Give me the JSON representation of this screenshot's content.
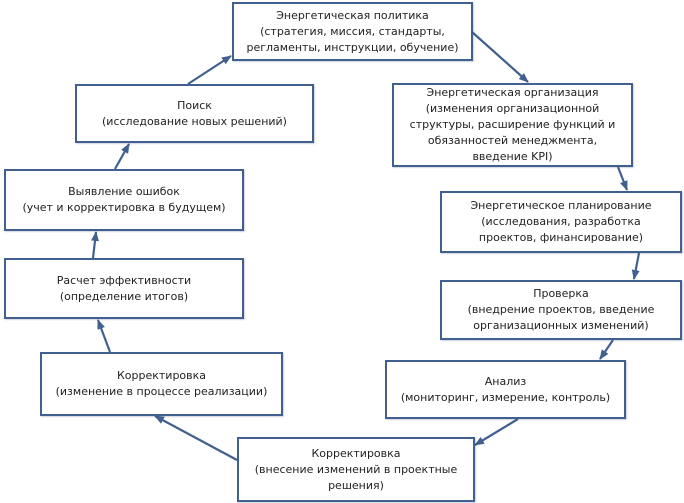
{
  "diagram": {
    "type": "cycle",
    "line_color": "#41608f",
    "text_color": "#222222",
    "nodes": [
      {
        "id": "b1",
        "title": "Энергетическая политика",
        "lines": [
          "Энергетическая политика",
          "(стратегия, миссия, стандарты,",
          "регламенты, инструкции, обучение)"
        ]
      },
      {
        "id": "b2",
        "title": "Энергетическая организация",
        "lines": [
          "Энергетическая организация",
          "(изменения организационной",
          "структуры, расширение функций и",
          "обязанностей менеджмента,",
          "введение KPI)"
        ]
      },
      {
        "id": "b3",
        "title": "Энергетическое планирование",
        "lines": [
          "Энергетическое планирование",
          "(исследования, разработка",
          "проектов, финансирование)"
        ]
      },
      {
        "id": "b4",
        "title": "Проверка",
        "lines": [
          "Проверка",
          "(внедрение проектов, введение",
          "организационных изменений)"
        ]
      },
      {
        "id": "b5",
        "title": "Анализ",
        "lines": [
          "Анализ",
          "(мониторинг, измерение, контроль)"
        ]
      },
      {
        "id": "b6",
        "title": "Корректировка",
        "lines": [
          "Корректировка",
          "(внесение изменений в проектные",
          "решения)"
        ]
      },
      {
        "id": "b7",
        "title": "Корректировка",
        "lines": [
          "Корректировка",
          "(изменение в процессе реализации)"
        ]
      },
      {
        "id": "b8",
        "title": "Расчет эффективности",
        "lines": [
          "Расчет эффективности",
          "(определение итогов)"
        ]
      },
      {
        "id": "b9",
        "title": "Выявление ошибок",
        "lines": [
          "Выявление ошибок",
          "(учет и корректировка в будущем)"
        ]
      },
      {
        "id": "b10",
        "title": "Поиск",
        "lines": [
          "Поиск",
          "(исследование новых решений)"
        ]
      }
    ],
    "edges": [
      {
        "from": "b1",
        "to": "b2"
      },
      {
        "from": "b2",
        "to": "b3"
      },
      {
        "from": "b3",
        "to": "b4"
      },
      {
        "from": "b4",
        "to": "b5"
      },
      {
        "from": "b5",
        "to": "b6"
      },
      {
        "from": "b6",
        "to": "b7"
      },
      {
        "from": "b7",
        "to": "b8"
      },
      {
        "from": "b8",
        "to": "b9"
      },
      {
        "from": "b9",
        "to": "b10"
      },
      {
        "from": "b10",
        "to": "b1"
      }
    ]
  }
}
